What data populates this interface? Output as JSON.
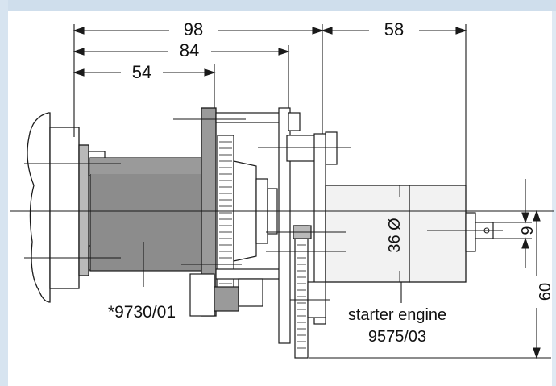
{
  "colors": {
    "background": "#dfe9f3",
    "drawing_paper": "#ffffff",
    "line": "#1a1a1a",
    "shaft_fill": "#8c8c8c",
    "plate_fill": "#b9b9b9",
    "motor_fill": "#f2f2f2"
  },
  "dimensions": {
    "dim_98": "98",
    "dim_84": "84",
    "dim_54": "54",
    "dim_58": "58",
    "dim_36": "36 Ø",
    "dim_9": "9",
    "dim_60": "60"
  },
  "labels": {
    "part_number": "*9730/01",
    "starter_line1": "starter engine",
    "starter_line2": "9575/03"
  }
}
